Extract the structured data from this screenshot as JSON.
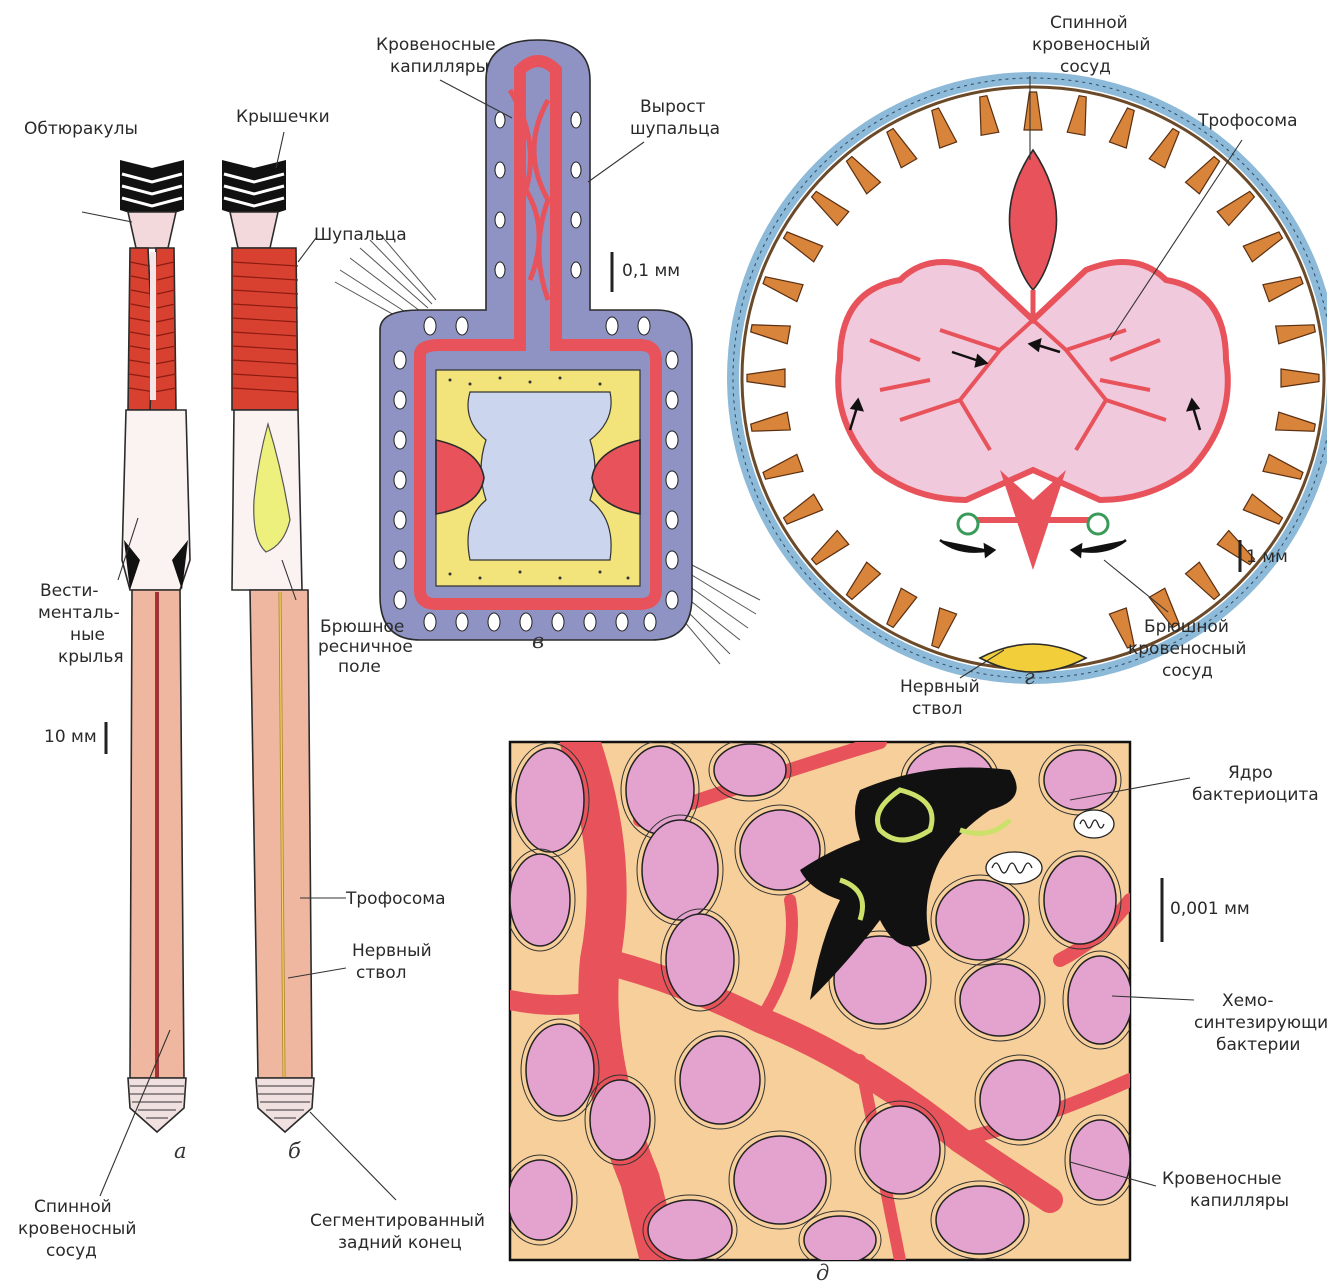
{
  "panels": {
    "a": {
      "letter": "а",
      "labels": {
        "obturaculum": "Обтюракулы",
        "vestimental_wings": [
          "Вести-",
          "менталь-",
          "ные",
          "крылья"
        ],
        "scale": "10 мм",
        "dorsal_vessel": [
          "Спинной",
          "кровеносный",
          "сосуд"
        ]
      }
    },
    "b": {
      "letter": "б",
      "labels": {
        "lids": "Крышечки",
        "tentacles": "Шупальца",
        "ventral_field": [
          "Брюшное",
          "ресничное",
          "поле"
        ],
        "trophosome": "Трофосома",
        "nerve_cord": [
          "Нервный",
          "ствол"
        ],
        "posterior_end": [
          "Сегментированный",
          "задний конец"
        ]
      }
    },
    "v": {
      "letter": "в",
      "labels": {
        "capillaries": [
          "Кровеносные",
          "капилляры"
        ],
        "tentacle_outgrowth": [
          "Вырост",
          "шупальца"
        ],
        "scale": "0,1 мм"
      }
    },
    "g": {
      "letter": "г",
      "labels": {
        "dorsal_vessel": [
          "Спинной",
          "кровеносный",
          "сосуд"
        ],
        "trophosome": "Трофосома",
        "scale": "1 мм",
        "ventral_vessel": [
          "Брюшной",
          "кровеносный",
          "сосуд"
        ],
        "nerve_cord": [
          "Нервный",
          "ствол"
        ]
      }
    },
    "d": {
      "letter": "д",
      "labels": {
        "bacteriocyte_nucleus": [
          "Ядро",
          "бактериоцита"
        ],
        "scale": "0,001 мм",
        "bacteria": [
          "Хемо-",
          "синтезирующие",
          "бактерии"
        ],
        "capillaries": [
          "Кровеносные",
          "капилляры"
        ]
      }
    }
  },
  "colors": {
    "blood": "#e8525a",
    "muscle": "#d8412f",
    "trunk": "#efb7a0",
    "epidermis": "#8f93c4",
    "trophosome_cell": "#e4a3cf",
    "bacteria_bg": "#f6cf9a",
    "cilia_field": "#eef07e",
    "black": "#111111"
  }
}
